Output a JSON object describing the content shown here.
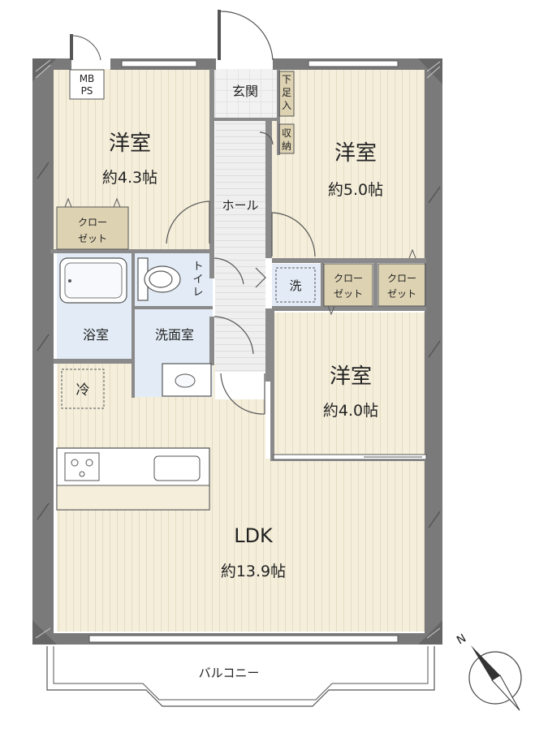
{
  "rooms": {
    "bedroom_nw": {
      "name": "洋室",
      "size": "約4.3帖"
    },
    "bedroom_ne": {
      "name": "洋室",
      "size": "約5.0帖"
    },
    "bedroom_mid": {
      "name": "洋室",
      "size": "約4.0帖"
    },
    "ldk": {
      "name": "LDK",
      "size": "約13.9帖"
    }
  },
  "labels": {
    "mbps_line1": "MB",
    "mbps_line2": "PS",
    "entrance": "玄関",
    "shoe_box": [
      "下",
      "足",
      "入"
    ],
    "storage": [
      "収",
      "納"
    ],
    "hall": "ホール",
    "toilet": [
      "ト",
      "イ",
      "レ"
    ],
    "bathroom": "浴室",
    "washroom": "洗面室",
    "washer": "洗",
    "fridge": "冷",
    "closet_w_line1": "クロー",
    "closet_w_line2": "ゼット",
    "closet_m_line1": "クロー",
    "closet_m_line2": "ゼット",
    "closet_e_line1": "クロー",
    "closet_e_line2": "ゼット",
    "balcony": "バルコニー",
    "compass_n": "N"
  },
  "colors": {
    "wall": "#7a7a7a",
    "room_fill": "#f4eedb",
    "floor_stripe": "#e5dcc4",
    "wet_area": "#e3ecf6",
    "closet": "#ddd2b2",
    "hall_floor": "#eeeeee"
  }
}
